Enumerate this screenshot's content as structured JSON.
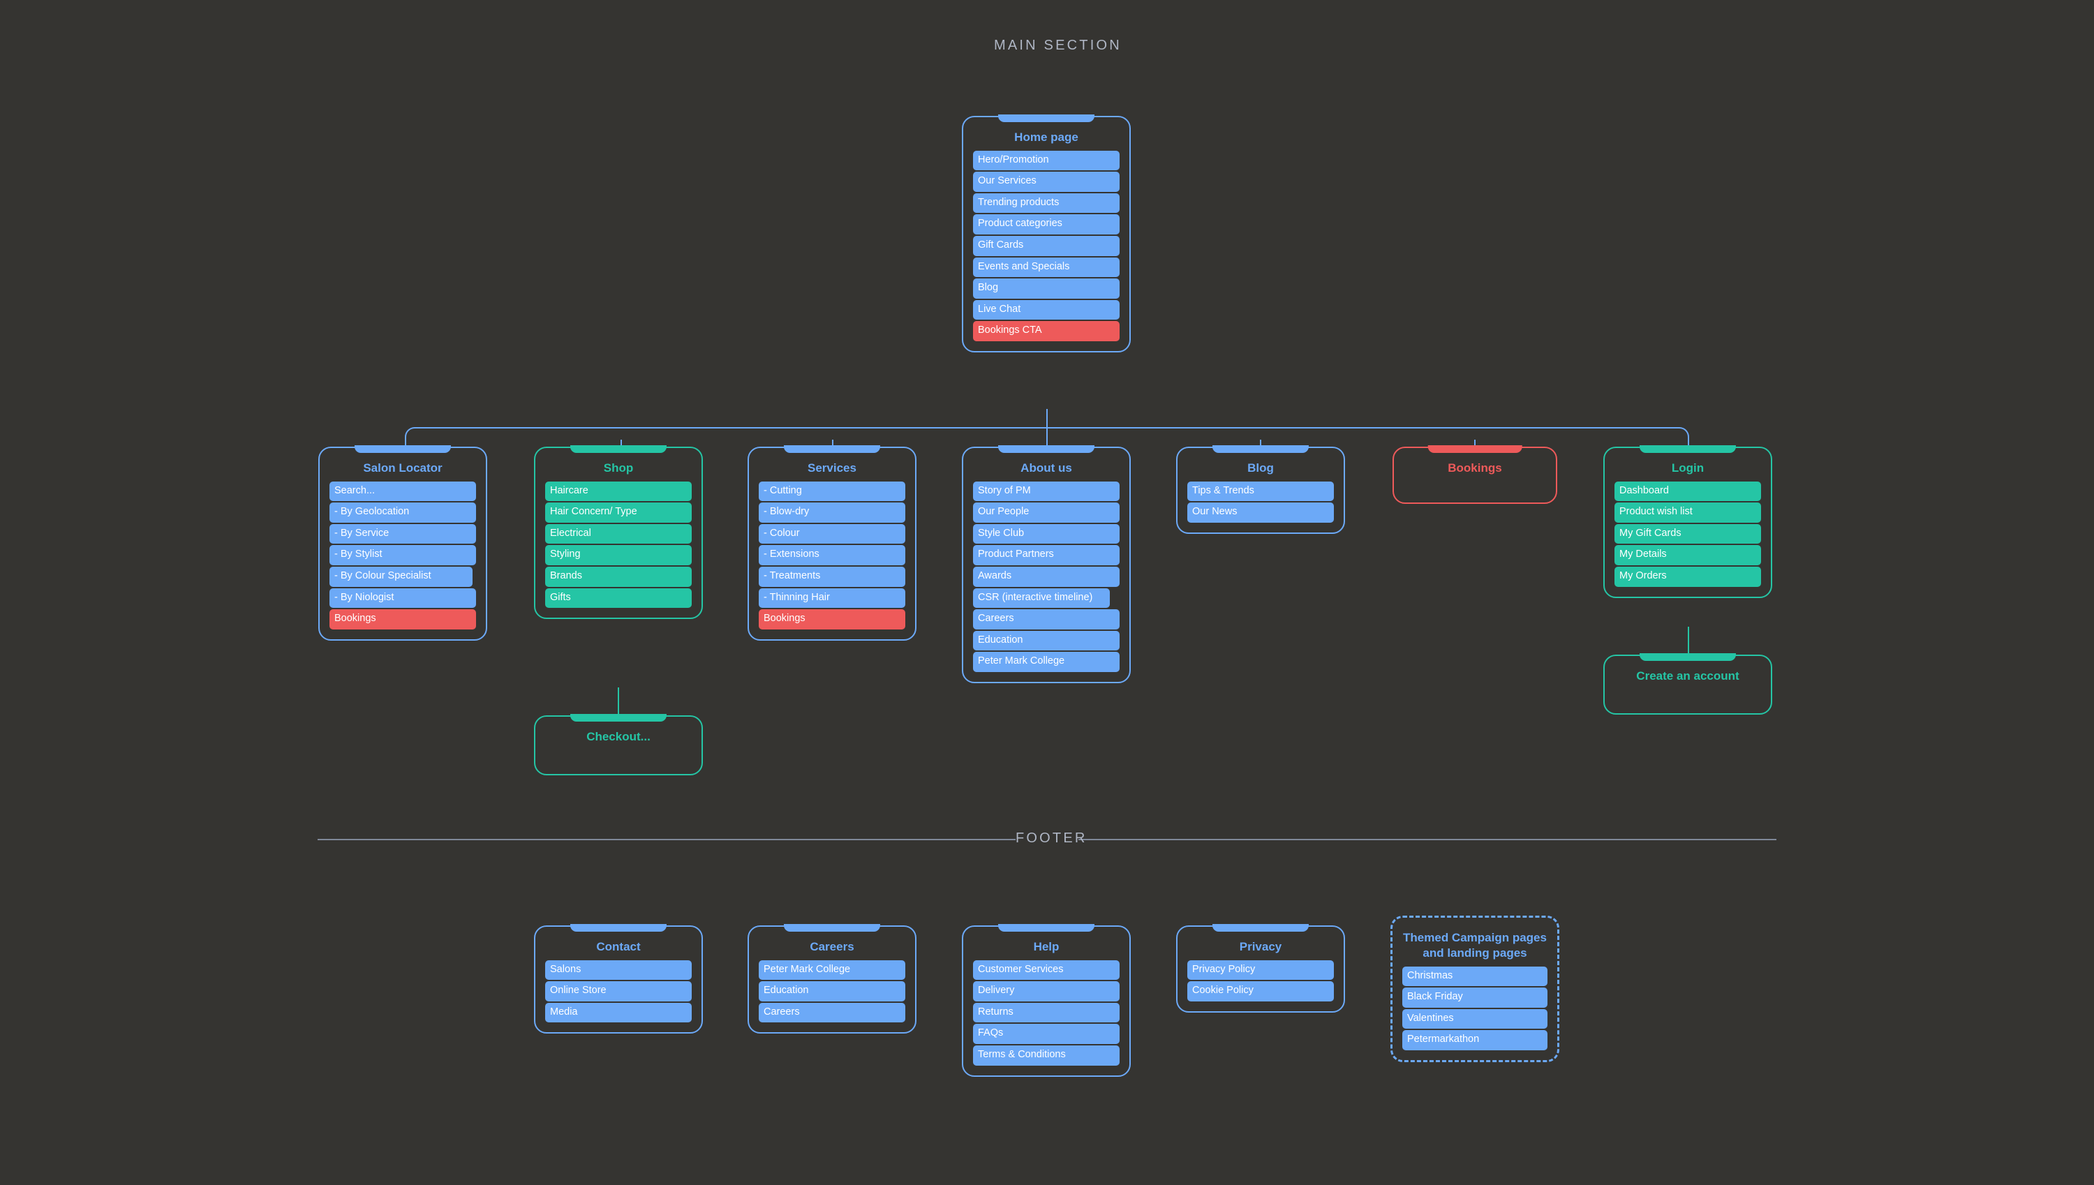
{
  "sections": {
    "main_label": "MAIN SECTION",
    "footer_label": "FOOTER"
  },
  "colors": {
    "background": "#353431",
    "blue": "#6CA9F7",
    "teal": "#25C5A5",
    "red": "#EE5A5A",
    "label": "#AFB6C4"
  },
  "home": {
    "title": "Home page",
    "items": [
      {
        "label": "Hero/Promotion",
        "color": "blue"
      },
      {
        "label": "Our Services",
        "color": "blue"
      },
      {
        "label": "Trending products",
        "color": "blue"
      },
      {
        "label": "Product categories",
        "color": "blue"
      },
      {
        "label": "Gift Cards",
        "color": "blue"
      },
      {
        "label": "Events and Specials",
        "color": "blue"
      },
      {
        "label": "Blog",
        "color": "blue"
      },
      {
        "label": "Live Chat",
        "color": "blue"
      },
      {
        "label": "Bookings CTA",
        "color": "red"
      }
    ]
  },
  "main_cards": [
    {
      "title": "Salon Locator",
      "accent": "blue",
      "items": [
        {
          "label": "Search...",
          "color": "blue"
        },
        {
          "label": "- By Geolocation",
          "color": "blue"
        },
        {
          "label": "- By Service",
          "color": "blue"
        },
        {
          "label": "- By Stylist",
          "color": "blue"
        },
        {
          "label": "- By Colour Specialist",
          "color": "blue"
        },
        {
          "label": "- By Niologist",
          "color": "blue"
        },
        {
          "label": "Bookings",
          "color": "red"
        }
      ]
    },
    {
      "title": "Shop",
      "accent": "teal",
      "items": [
        {
          "label": "Haircare",
          "color": "teal"
        },
        {
          "label": "Hair Concern/ Type",
          "color": "teal"
        },
        {
          "label": "Electrical",
          "color": "teal"
        },
        {
          "label": "Styling",
          "color": "teal"
        },
        {
          "label": "Brands",
          "color": "teal"
        },
        {
          "label": "Gifts",
          "color": "teal"
        }
      ]
    },
    {
      "title": "Services",
      "accent": "blue",
      "items": [
        {
          "label": "- Cutting",
          "color": "blue"
        },
        {
          "label": "- Blow-dry",
          "color": "blue"
        },
        {
          "label": "- Colour",
          "color": "blue"
        },
        {
          "label": "- Extensions",
          "color": "blue"
        },
        {
          "label": "- Treatments",
          "color": "blue"
        },
        {
          "label": "- Thinning Hair",
          "color": "blue"
        },
        {
          "label": "Bookings",
          "color": "red"
        }
      ]
    },
    {
      "title": "About us",
      "accent": "blue",
      "items": [
        {
          "label": "Story of PM",
          "color": "blue"
        },
        {
          "label": "Our People",
          "color": "blue"
        },
        {
          "label": "Style Club",
          "color": "blue"
        },
        {
          "label": "Product Partners",
          "color": "blue"
        },
        {
          "label": "Awards",
          "color": "blue"
        },
        {
          "label": "CSR (interactive timeline)",
          "color": "blue"
        },
        {
          "label": "Careers",
          "color": "blue"
        },
        {
          "label": "Education",
          "color": "blue"
        },
        {
          "label": "Peter Mark College",
          "color": "blue"
        }
      ]
    },
    {
      "title": "Blog",
      "accent": "blue",
      "items": [
        {
          "label": "Tips & Trends",
          "color": "blue"
        },
        {
          "label": "Our News",
          "color": "blue"
        }
      ]
    },
    {
      "title": "Bookings",
      "accent": "red",
      "items": []
    },
    {
      "title": "Login",
      "accent": "teal",
      "items": [
        {
          "label": "Dashboard",
          "color": "teal"
        },
        {
          "label": "Product wish list",
          "color": "teal"
        },
        {
          "label": "My Gift Cards",
          "color": "teal"
        },
        {
          "label": "My Details",
          "color": "teal"
        },
        {
          "label": "My Orders",
          "color": "teal"
        }
      ]
    }
  ],
  "sub_cards": {
    "checkout": {
      "title": "Checkout...",
      "accent": "teal",
      "items": []
    },
    "create_account": {
      "title": "Create an account",
      "accent": "teal",
      "items": []
    }
  },
  "footer_cards": [
    {
      "title": "Contact",
      "accent": "blue",
      "items": [
        {
          "label": "Salons",
          "color": "blue"
        },
        {
          "label": "Online Store",
          "color": "blue"
        },
        {
          "label": "Media",
          "color": "blue"
        }
      ]
    },
    {
      "title": "Careers",
      "accent": "blue",
      "items": [
        {
          "label": "Peter Mark College",
          "color": "blue"
        },
        {
          "label": "Education",
          "color": "blue"
        },
        {
          "label": "Careers",
          "color": "blue"
        }
      ]
    },
    {
      "title": "Help",
      "accent": "blue",
      "items": [
        {
          "label": "Customer Services",
          "color": "blue"
        },
        {
          "label": "Delivery",
          "color": "blue"
        },
        {
          "label": "Returns",
          "color": "blue"
        },
        {
          "label": "FAQs",
          "color": "blue"
        },
        {
          "label": "Terms & Conditions",
          "color": "blue"
        }
      ]
    },
    {
      "title": "Privacy",
      "accent": "blue",
      "items": [
        {
          "label": "Privacy Policy",
          "color": "blue"
        },
        {
          "label": "Cookie Policy",
          "color": "blue"
        }
      ]
    },
    {
      "title": "Themed Campaign pages and landing pages",
      "accent": "blue",
      "dashed": true,
      "items": [
        {
          "label": "Christmas",
          "color": "blue"
        },
        {
          "label": "Black Friday",
          "color": "blue"
        },
        {
          "label": "Valentines",
          "color": "blue"
        },
        {
          "label": "Petermarkathon",
          "color": "blue"
        }
      ]
    }
  ]
}
